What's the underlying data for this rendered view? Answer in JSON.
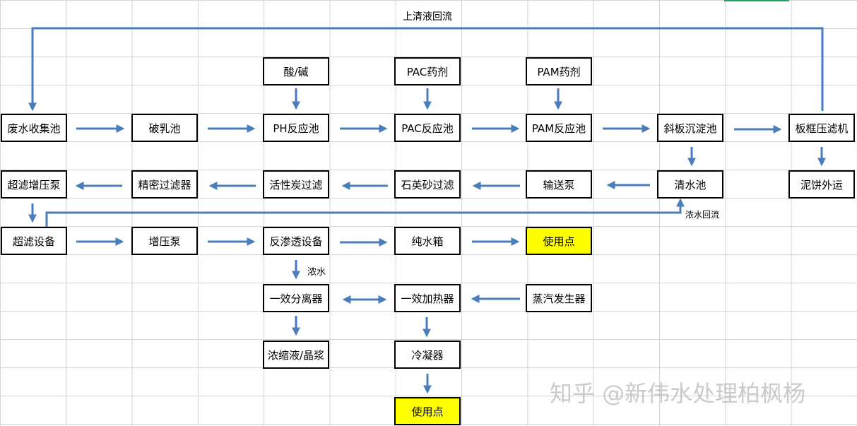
{
  "nodes": {
    "wastewater_pool": "废水收集池",
    "demulsify_pool": "破乳池",
    "ph_pool": "PH反应池",
    "pac_pool": "PAC反应池",
    "pam_pool": "PAM反应池",
    "inclined_settler": "斜板沉淀池",
    "filter_press": "板框压滤机",
    "acid_base": "酸/碱",
    "pac_agent": "PAC药剂",
    "pam_agent": "PAM药剂",
    "uf_booster_pump": "超滤增压泵",
    "precision_filter": "精密过滤器",
    "carbon_filter": "活性炭过滤",
    "sand_filter": "石英砂过滤",
    "transfer_pump": "输送泵",
    "clear_pool": "清水池",
    "sludge_out": "泥饼外运",
    "uf_device": "超滤设备",
    "booster_pump": "增压泵",
    "ro_device": "反渗透设备",
    "pure_water_tank": "纯水箱",
    "use_point_1": "使用点",
    "separator": "一效分离器",
    "heater": "一效加热器",
    "steam_generator": "蒸汽发生器",
    "concentrate": "浓缩液/晶浆",
    "condenser": "冷凝器",
    "use_point_2": "使用点"
  },
  "labels": {
    "supernatant_return": "上清液回流",
    "concentrate_return": "浓水回流",
    "concentrate_water": "浓水"
  },
  "watermark": "知乎 @新伟水处理柏枫杨",
  "colors": {
    "arrow": "#4a7ebb",
    "highlight": "#ffff00",
    "accent": "#21a366"
  }
}
